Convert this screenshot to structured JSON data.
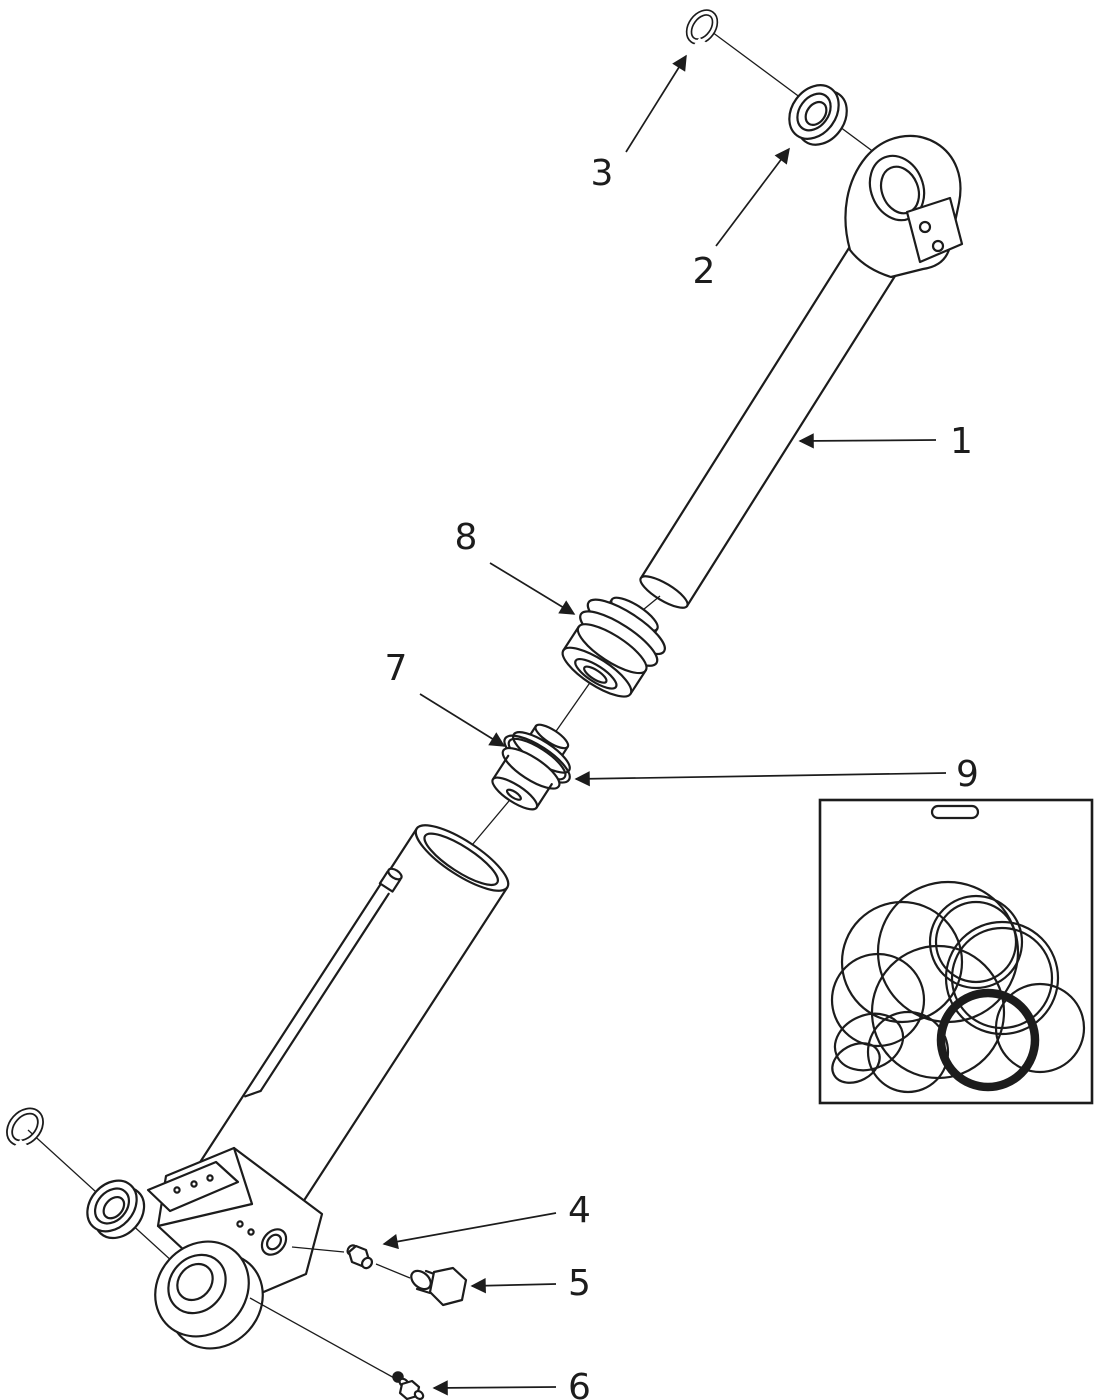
{
  "page": {
    "background": "#ffffff",
    "line_color": "#1c1c1c"
  },
  "callouts": {
    "c1": "1",
    "c2": "2",
    "c3": "3",
    "c4": "4",
    "c5": "5",
    "c6": "6",
    "c7": "7",
    "c8": "8",
    "c9": "9"
  }
}
